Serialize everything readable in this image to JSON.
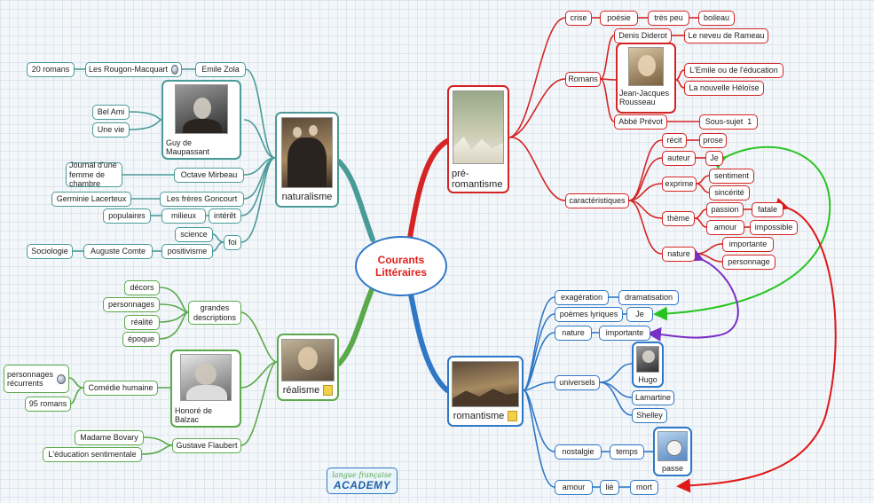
{
  "colors": {
    "naturalisme": "#4a9a98",
    "pre_romantisme": "#d42424",
    "romantisme": "#2f78c6",
    "realisme": "#5aa94a",
    "cross_green": "#27c41f",
    "cross_purple": "#7a2fc4",
    "cross_red": "#e01818"
  },
  "center": {
    "title_line1": "Courants",
    "title_line2": "Littéraires"
  },
  "logo": {
    "line1": "langue française",
    "line2": "ACADEMY"
  },
  "naturalisme": {
    "label": "naturalisme",
    "zola": "Emile Zola",
    "rougon": "Les Rougon-Macquart",
    "vingt": "20 romans",
    "maupassant": "Guy de Maupassant",
    "bel_ami": "Bel Ami",
    "une_vie": "Une vie",
    "mirbeau": "Octave Mirbeau",
    "journal": "Journal d'une femme de chambre",
    "goncourt": "Les frères Goncourt",
    "germinie": "Germinie Lacerteux",
    "interet": "intérêt",
    "milieux": "milieux",
    "populaires": "populaires",
    "foi": "foi",
    "science": "science",
    "positivisme": "positivisme",
    "comte": "Auguste Comte",
    "sociologie": "Sociologie"
  },
  "realisme": {
    "label": "réalisme",
    "grandes": "grandes descriptions",
    "decors": "décors",
    "personnages": "personnages",
    "realite": "réalité",
    "epoque": "époque",
    "balzac": "Honoré de Balzac",
    "comedie": "Comédie humaine",
    "recurrents": "personnages récurrents",
    "quatrevingt": "95 romans",
    "flaubert": "Gustave Flaubert",
    "bovary": "Madame Bovary",
    "education": "L'éducation sentimentale"
  },
  "pre_romantisme": {
    "label": "pré-romantisme",
    "crise": "crise",
    "poesie": "poésie",
    "tres_peu": "très peu",
    "boileau": "boileau",
    "romans": "Romans",
    "diderot": "Denis Diderot",
    "rameau": "Le neveu de Rameau",
    "rousseau": "Jean-Jacques Rousseau",
    "emile": "L'Emile ou de l'éducation",
    "heloise": "La nouvelle Héloïse",
    "prevot": "Abbé Prévot",
    "sous_sujet": "Sous-sujet  1",
    "caracteristiques": "caractéristiques",
    "recit": "récit",
    "prose": "prose",
    "auteur": "auteur",
    "je": "Je",
    "exprime": "exprime",
    "sentiment": "sentiment",
    "sincerite": "sincérité",
    "theme": "thème",
    "passion": "passion",
    "fatale": "fatale",
    "amour": "amour",
    "impossible": "impossible",
    "nature": "nature",
    "importante": "importante",
    "personnage": "personnage"
  },
  "romantisme": {
    "label": "romantisme",
    "exageration": "exagération",
    "dramatisation": "dramatisation",
    "poemes": "poèmes lyriques",
    "je": "Je",
    "nature": "nature",
    "importante": "importante",
    "universels": "universels",
    "hugo": "Hugo",
    "lamartine": "Lamartine",
    "shelley": "Shelley",
    "nostalgie": "nostalgie",
    "temps": "temps",
    "passe": "passe",
    "amour": "amour",
    "lie": "lié",
    "mort": "mort"
  }
}
